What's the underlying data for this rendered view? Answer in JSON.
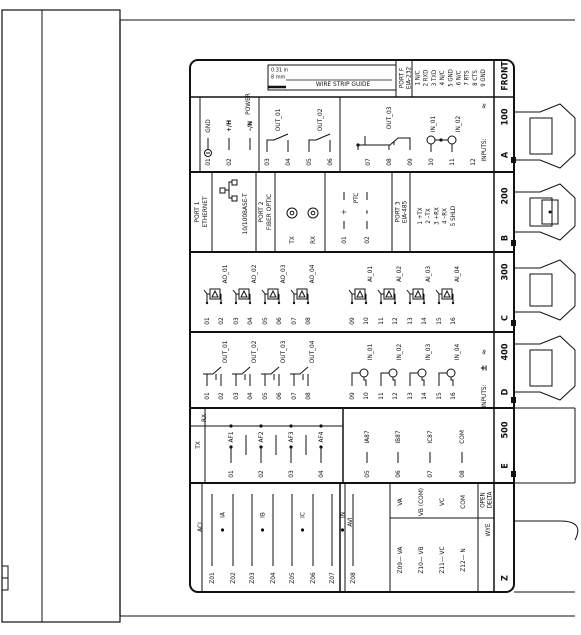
{
  "wire_guide": {
    "dim_in": "0.31 in",
    "dim_mm": "8 mm",
    "label": "WIRE STRIP GUIDE"
  },
  "port_f": {
    "title": "PORT F",
    "protocol": "EIA-232",
    "pins": [
      "1  N/C",
      "2  RXD",
      "3  TXD",
      "4  N/C",
      "5  GND",
      "6  N/C",
      "7  RTS",
      "8  CTS",
      "9  GND"
    ]
  },
  "front_label": "FRONT",
  "rows": [
    {
      "id": "A",
      "num": "100"
    },
    {
      "id": "B",
      "num": "200"
    },
    {
      "id": "C",
      "num": "300"
    },
    {
      "id": "D",
      "num": "400"
    },
    {
      "id": "E",
      "num": "500"
    },
    {
      "id": "Z",
      "num": ""
    }
  ],
  "slot_a": {
    "power": "POWER",
    "gnd": "GND",
    "plus": "+/H",
    "minus": "–/N",
    "out01": "OUT_01",
    "out02": "OUT_02",
    "out03": "OUT_03",
    "in01": "IN_01",
    "in02": "IN_02",
    "inputs": "INPUTS:",
    "ac": "≈",
    "terms": [
      "01",
      "02",
      "03",
      "04",
      "05",
      "06",
      "07",
      "08",
      "09",
      "10",
      "11",
      "12"
    ]
  },
  "slot_b": {
    "port1": "PORT 1",
    "ethernet": "ETHERNET",
    "base": "10/100BASE-T",
    "port2": "PORT 2",
    "fiber": "FIBER OPTIC",
    "tx": "TX",
    "rx": "RX",
    "plus": "+",
    "minus": "–",
    "ptc": "PTC",
    "t01": "01",
    "t02": "02",
    "port3": "PORT 3",
    "eia485": "EIA-485",
    "pins": [
      "1  +TX",
      "2  –TX",
      "3  +RX",
      "4  –RX",
      "5  SHLD"
    ]
  },
  "slot_c": {
    "labels": [
      "AO_01",
      "AO_02",
      "AO_03",
      "AO_04",
      "AI_01",
      "AI_02",
      "AI_03",
      "AI_04"
    ],
    "terms": [
      "01",
      "02",
      "03",
      "04",
      "05",
      "06",
      "07",
      "08",
      "09",
      "10",
      "11",
      "12",
      "13",
      "14",
      "15",
      "16"
    ]
  },
  "slot_d": {
    "outs": [
      "OUT_01",
      "OUT_02",
      "OUT_03",
      "OUT_04"
    ],
    "ins": [
      "IN_01",
      "IN_02",
      "IN_03",
      "IN_04"
    ],
    "inputs": "INPUTS:",
    "pm": "±",
    "ac": "≈",
    "terms": [
      "01",
      "02",
      "03",
      "04",
      "05",
      "06",
      "07",
      "08",
      "09",
      "10",
      "11",
      "12",
      "13",
      "14",
      "15",
      "16"
    ]
  },
  "slot_e": {
    "rx": "RX",
    "tx": "TX",
    "af": [
      "AF1",
      "AF2",
      "AF3",
      "AF4"
    ],
    "afterms": [
      "01",
      "02",
      "03",
      "04"
    ],
    "curr": [
      [
        "05",
        "IA87"
      ],
      [
        "06",
        "IB87"
      ],
      [
        "07",
        "IC87"
      ],
      [
        "08",
        "COM"
      ]
    ]
  },
  "slot_z": {
    "aci": "ACI",
    "avi": "AVI",
    "cur": [
      [
        "Z01",
        "Z02",
        "IA"
      ],
      [
        "Z03",
        "Z04",
        "IB"
      ],
      [
        "Z05",
        "Z06",
        "IC"
      ],
      [
        "Z07",
        "Z08",
        "IN"
      ]
    ],
    "wye": "WYE",
    "open_delta": "OPEN DELTA",
    "volt": [
      [
        "Z09",
        "VA",
        "VA"
      ],
      [
        "Z10",
        "VB",
        "VB (COM)"
      ],
      [
        "Z11",
        "VC",
        "VC"
      ],
      [
        "Z12",
        "N",
        "COM"
      ]
    ]
  }
}
